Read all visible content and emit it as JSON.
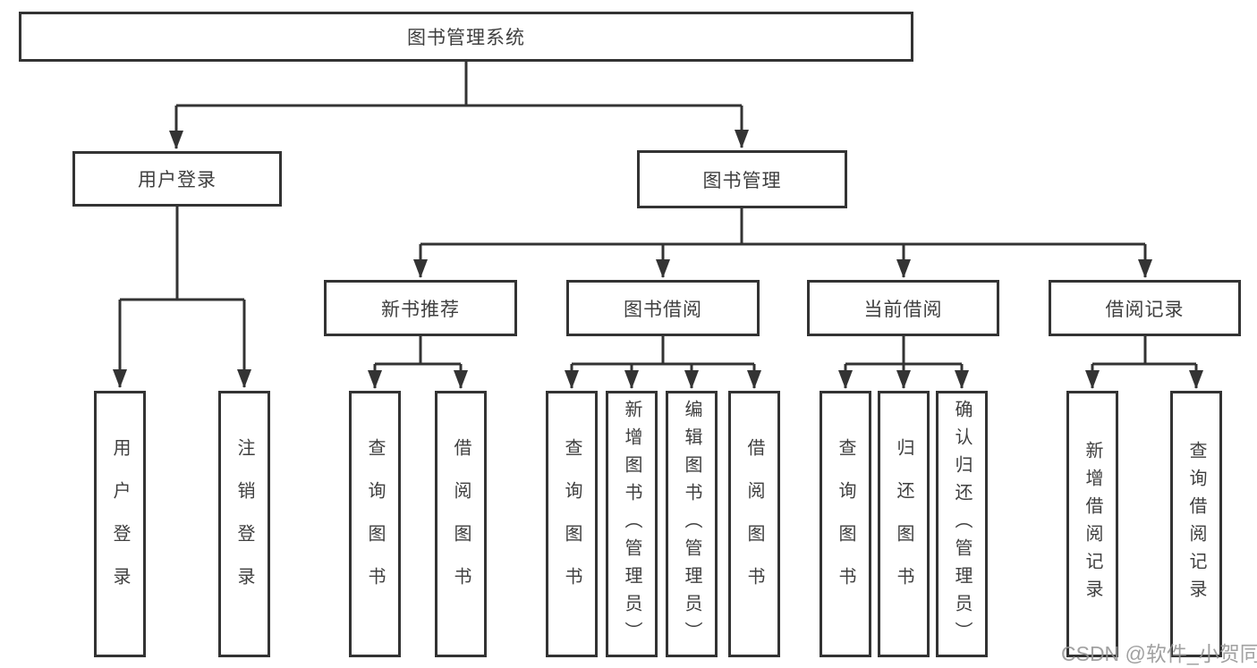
{
  "diagram": {
    "root": {
      "label": "图书管理系统"
    },
    "branches": [
      {
        "label": "用户登录",
        "children": [
          "用户登录",
          "注销登录"
        ]
      },
      {
        "label": "图书管理",
        "children_groups": [
          {
            "label": "新书推荐",
            "children": [
              "查询图书",
              "借阅图书"
            ]
          },
          {
            "label": "图书借阅",
            "children": [
              "查询图书",
              "新增图书（管理员）",
              "编辑图书（管理员）",
              "借阅图书"
            ]
          },
          {
            "label": "当前借阅",
            "children": [
              "查询图书",
              "归还图书",
              "确认归还（管理员）"
            ]
          },
          {
            "label": "借阅记录",
            "children": [
              "新增借阅记录",
              "查询借阅记录"
            ]
          }
        ]
      }
    ]
  },
  "watermark": "CSDN @软件_小贺同学",
  "colors": {
    "line": "#333333",
    "text": "#3f3f3f",
    "watermark": "#949494",
    "background": "#ffffff"
  }
}
